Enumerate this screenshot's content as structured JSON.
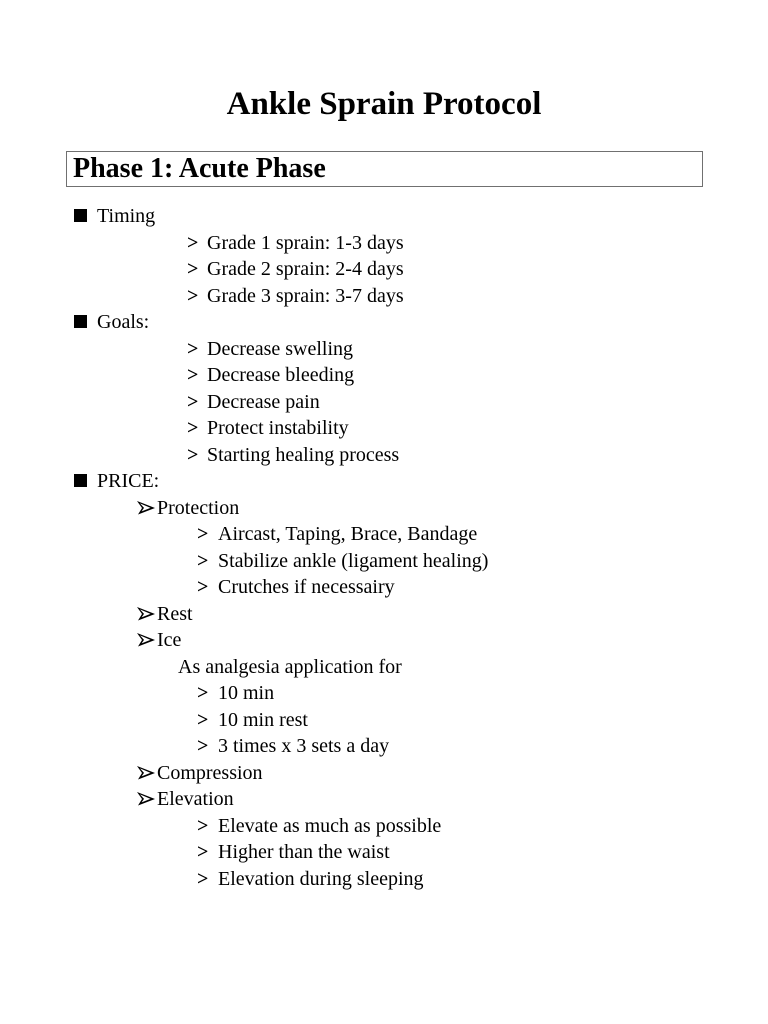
{
  "page": {
    "title": "Ankle Sprain Protocol",
    "section_heading": "Phase 1: Acute Phase"
  },
  "markers": {
    "square": "square-filled-bullet",
    "arrowhead": "three-d-arrowhead-bullet",
    "gt": ">",
    "gt_deep": ">"
  },
  "colors": {
    "text": "#000000",
    "background": "#ffffff",
    "heading_box_border": "#707070"
  },
  "list": {
    "items": [
      {
        "type": "square",
        "text": "Timing"
      },
      {
        "type": "gt",
        "text": "Grade 1 sprain: 1-3 days"
      },
      {
        "type": "gt",
        "text": "Grade 2 sprain: 2-4 days"
      },
      {
        "type": "gt",
        "text": "Grade 3 sprain: 3-7 days"
      },
      {
        "type": "square",
        "text": "Goals:"
      },
      {
        "type": "gt",
        "text": "Decrease swelling"
      },
      {
        "type": "gt",
        "text": "Decrease bleeding"
      },
      {
        "type": "gt",
        "text": "Decrease pain"
      },
      {
        "type": "gt",
        "text": "Protect instability"
      },
      {
        "type": "gt",
        "text": "Starting healing process"
      },
      {
        "type": "square",
        "text": "PRICE:"
      },
      {
        "type": "arrowhead",
        "text": "Protection"
      },
      {
        "type": "gt-deep",
        "text": "Aircast, Taping, Brace, Bandage"
      },
      {
        "type": "gt-deep",
        "text": "Stabilize ankle (ligament healing)"
      },
      {
        "type": "gt-deep",
        "text": "Crutches if necessairy"
      },
      {
        "type": "arrowhead",
        "text": "Rest"
      },
      {
        "type": "arrowhead",
        "text": "Ice"
      },
      {
        "type": "plain",
        "text": "As analgesia application for"
      },
      {
        "type": "gt-deep",
        "text": "10 min"
      },
      {
        "type": "gt-deep",
        "text": "10 min rest"
      },
      {
        "type": "gt-deep",
        "text": "3 times x 3 sets a day"
      },
      {
        "type": "arrowhead",
        "text": "Compression"
      },
      {
        "type": "arrowhead",
        "text": "Elevation"
      },
      {
        "type": "gt-deep",
        "text": "Elevate as much as possible"
      },
      {
        "type": "gt-deep",
        "text": "Higher than the waist"
      },
      {
        "type": "gt-deep",
        "text": "Elevation during sleeping"
      }
    ]
  }
}
